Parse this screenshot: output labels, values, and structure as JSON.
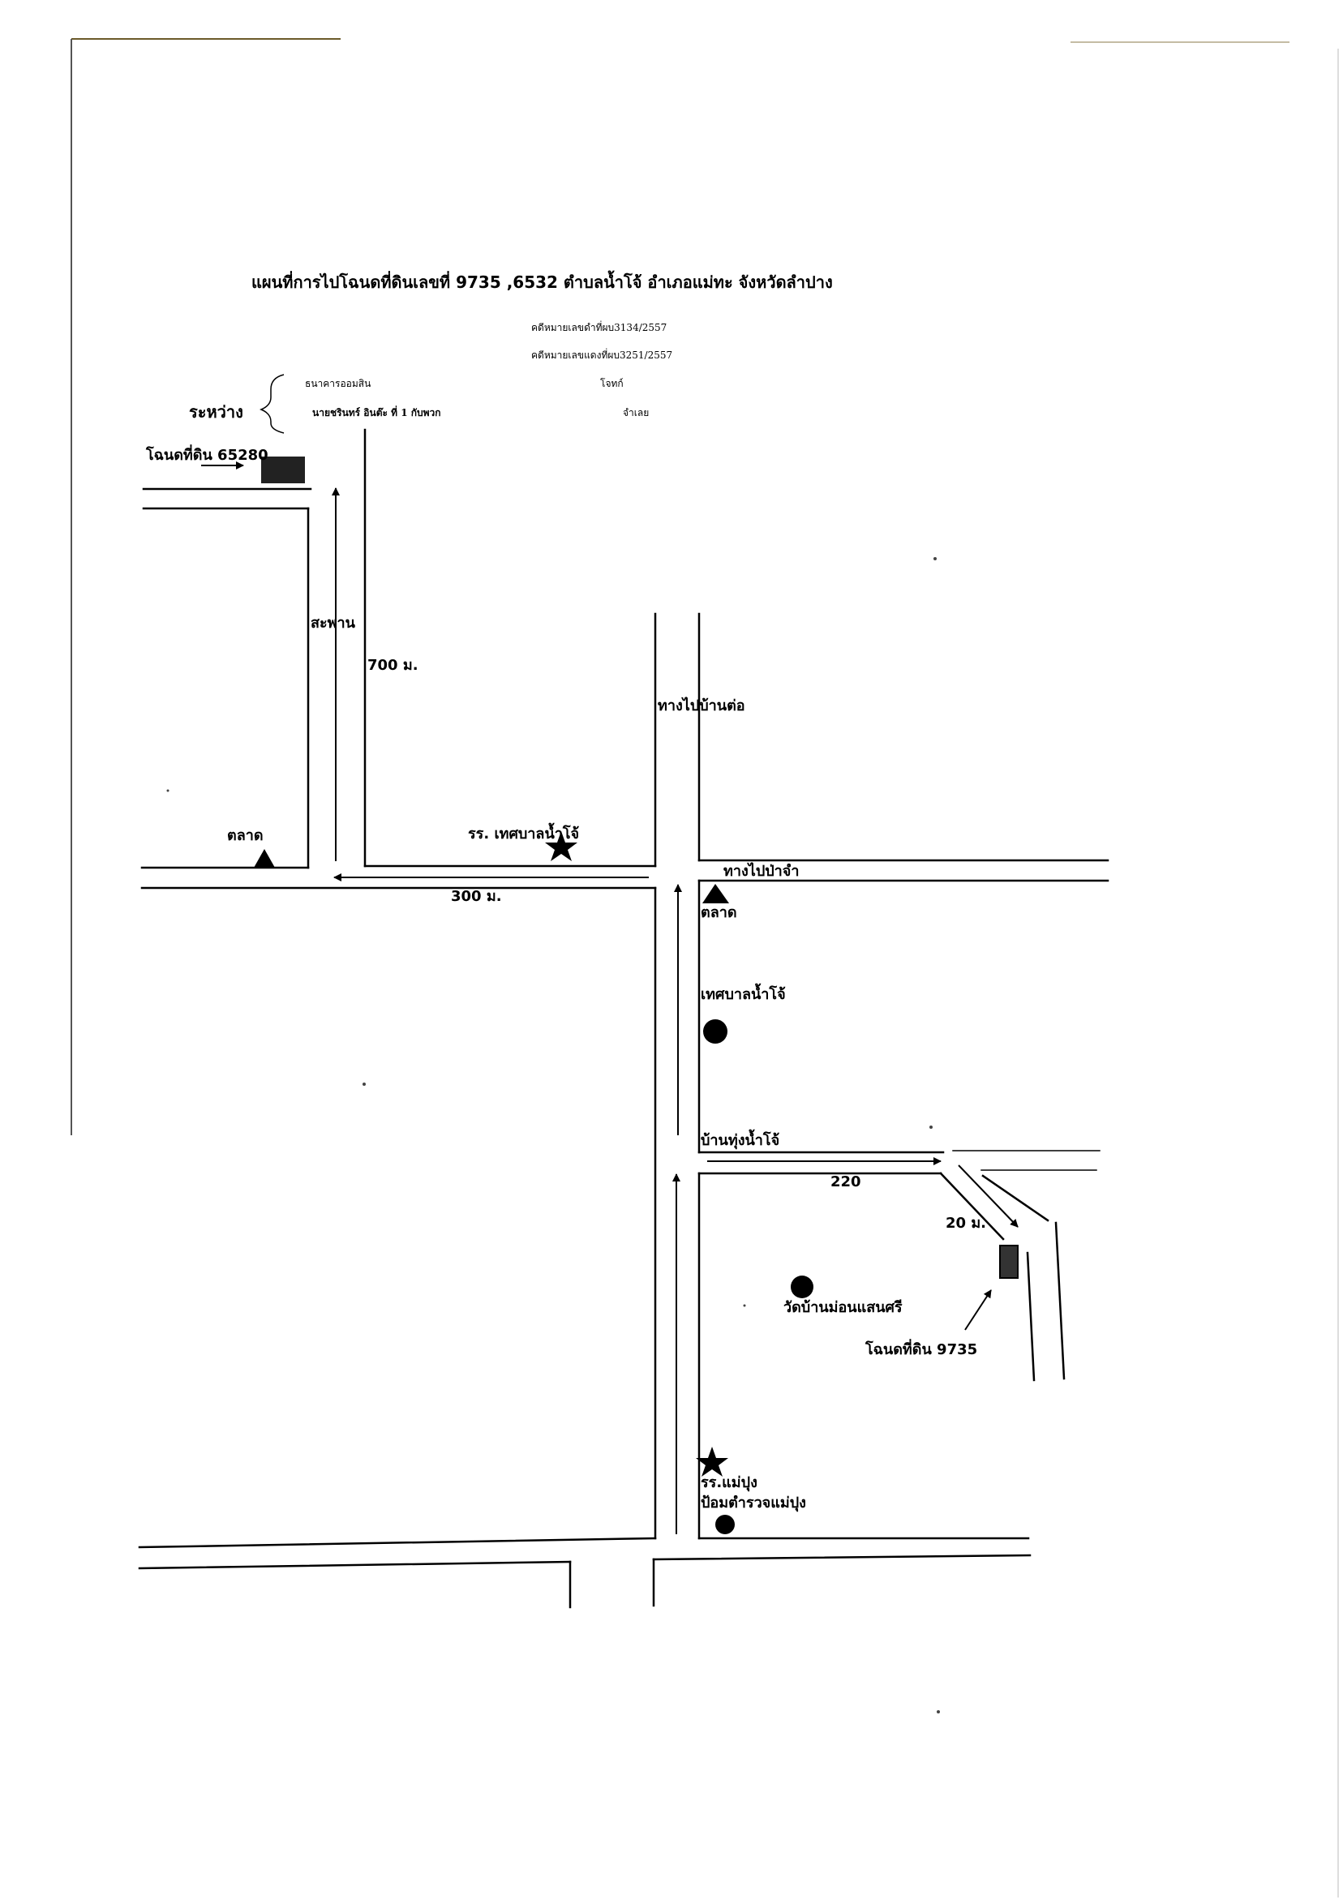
{
  "title": "แผนที่การไปโฉนดที่ดินเลขที่ 9735 ,6532  ตำบลน้ำโจ้  อำเภอแม่ทะ    จังหวัดลำปาง",
  "case_info": {
    "black_case": "คดีหมายเลขดำที่ผบ3134/2557",
    "red_case": "คดีหมายเลขแดงที่ผบ3251/2557",
    "between_label": "ระหว่าง",
    "plaintiff": "ธนาคารออมสิน",
    "plaintiff_role": "โจทก์",
    "defendant": "นายชรินทร์ อินต๊ะ  ที่ 1 กับพวก",
    "defendant_role": "จำเลย"
  },
  "labels": {
    "deed_65280": "โฉนดที่ดิน 65280",
    "bridge": "สะพาน",
    "dist_700": "700 ม.",
    "to_ban_tor": "ทางไปบ้านต่อ",
    "market_left": "ตลาด",
    "school_namjo": "รร. เทศบาลน้ำโจ้",
    "dist_300": "300 ม.",
    "to_pa_jam": "ทางไปป่าจำ",
    "market_right": "ตลาด",
    "municipality": "เทศบาลน้ำโจ้",
    "ban_thung_namjo": "บ้านทุ่งน้ำโจ้",
    "dist_220": "220",
    "dist_20": "20 ม.",
    "temple": "วัดบ้านม่อนแสนศรี",
    "deed_9735": "โฉนดที่ดิน 9735",
    "school_maepung": "รร.แม่ปุง",
    "police_maepung": "ป้อมตำรวจแม่ปุง"
  },
  "icons": {
    "market": "triangle-icon",
    "school": "star-icon",
    "municipality": "circle-icon",
    "temple": "circle-icon",
    "police": "circle-icon",
    "deed": "rectangle-icon"
  }
}
